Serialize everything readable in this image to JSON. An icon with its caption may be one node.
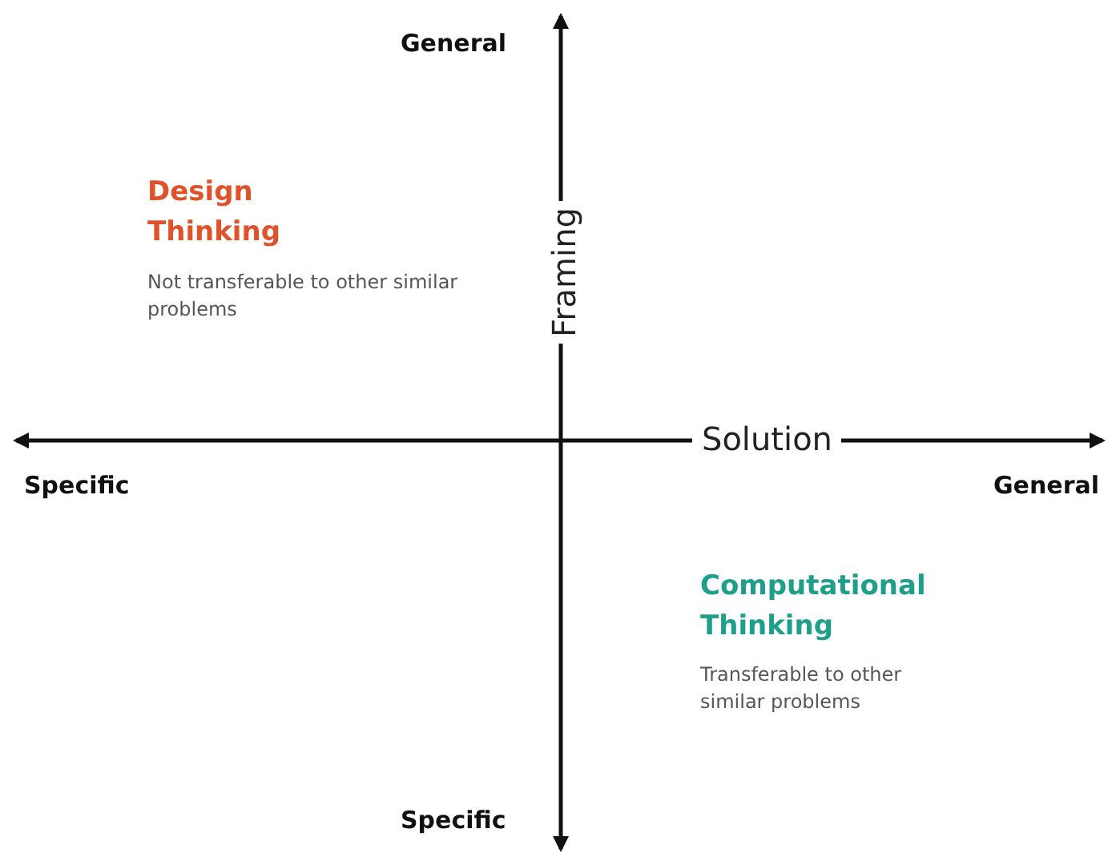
{
  "diagram": {
    "labels": [
      "General",
      "Framing",
      "Design Thinking",
      "Not transferable to other similar problems",
      "Specific",
      "Solution",
      "General",
      "Computational Thinking",
      "Transferable to other similar problems",
      "Specific"
    ]
  }
}
